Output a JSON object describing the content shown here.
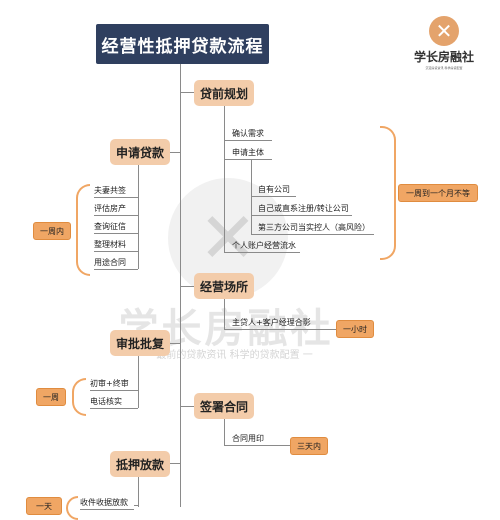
{
  "title": "经营性抵押贷款流程",
  "logo": {
    "name": "学长房融社",
    "slogan": "沉淀房贷资讯 科学房贷配置"
  },
  "watermark": {
    "text": "学长房融社",
    "sub": "一 最前的贷款资讯 科学的贷款配置 一"
  },
  "steps": {
    "pre_plan": "贷前规划",
    "apply": "申请贷款",
    "venue": "经营场所",
    "approval": "审批批复",
    "contract": "签署合同",
    "release": "抵押放款"
  },
  "pre_plan_items": {
    "confirm": "确认需求",
    "subject": "申请主体",
    "own_company": "自有公司",
    "register": "自己或直系注册/转让公司",
    "third_party": "第三方公司当实控人（高风险）",
    "personal": "个人账户经营流水"
  },
  "apply_items": [
    "夫妻共签",
    "评估房产",
    "查询征信",
    "整理材料",
    "用途合同"
  ],
  "venue_items": {
    "visit": "主贷人+客户经理合影"
  },
  "approval_items": [
    "初审+终审",
    "电话核实"
  ],
  "contract_items": {
    "print": "合同用印"
  },
  "release_items": {
    "first": "收件收据放款"
  },
  "tags": {
    "pre_plan_time": "一周到一个月不等",
    "apply_time": "一周内",
    "venue_time": "一小时",
    "approval_time": "一周",
    "contract_time": "三天内",
    "release_time": "一天"
  },
  "colors": {
    "title_bg": "#2f3f5f",
    "step_bg": "#f3ccaa",
    "tag_bg": "#f0a664",
    "brace": "#f0a664"
  }
}
